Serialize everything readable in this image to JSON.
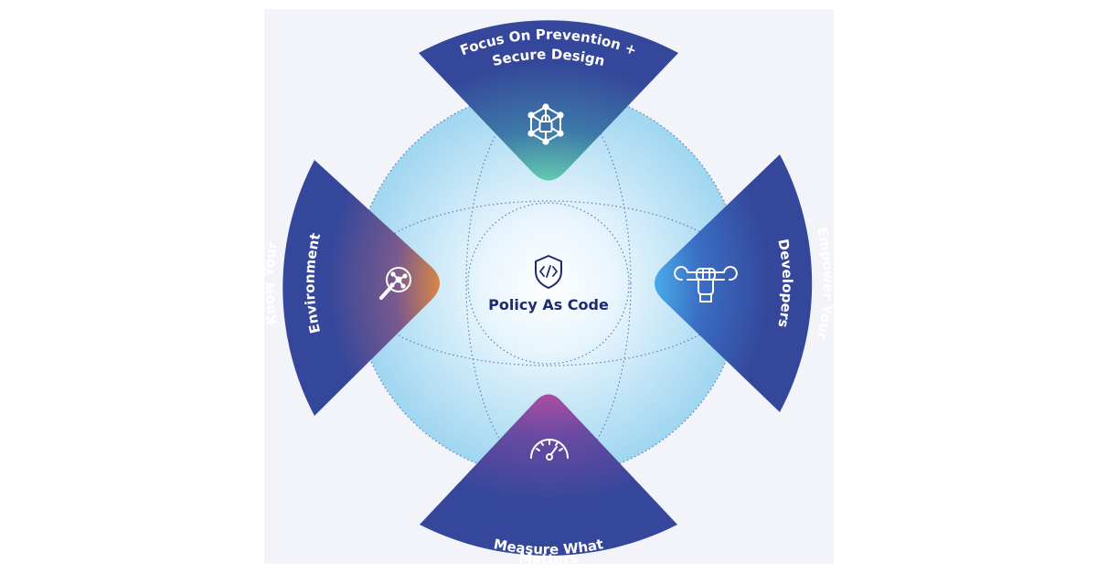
{
  "center": {
    "label": "Policy As Code",
    "icon": "code-shield-icon"
  },
  "petals": {
    "top": {
      "line1": "Focus On Prevention +",
      "line2": "Secure Design",
      "icon": "network-lock-icon"
    },
    "right": {
      "line1": "Empower Your",
      "line2": "Developers",
      "icon": "wrench-fist-icon"
    },
    "bottom": {
      "line1": "Measure What",
      "line2": "Matters",
      "icon": "speedometer-icon"
    },
    "left": {
      "line1": "Know Your",
      "line2": "Environment",
      "icon": "magnifier-network-icon"
    }
  },
  "colors": {
    "panel_bg": "#f3f4f9",
    "circle_center": "#ffffff",
    "circle_edge": "#9fd6f0",
    "petal_dark": "#34479a",
    "top_tip": "#62c8b0",
    "right_tip": "#4aaeea",
    "bottom_tip": "#b54fa0",
    "left_tip": "#e48a3d",
    "center_text": "#1d2a6b"
  }
}
